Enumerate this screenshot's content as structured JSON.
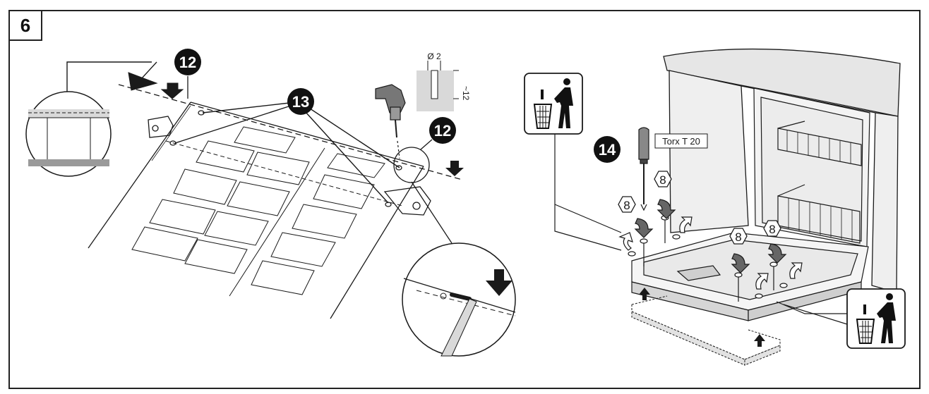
{
  "step": {
    "number": "6"
  },
  "callouts": {
    "badge_12_top": "12",
    "badge_13": "13",
    "badge_12_right": "12",
    "badge_14": "14",
    "hex_8": "8"
  },
  "drill_detail": {
    "diameter_label": "Ø 2",
    "depth_label": "~12"
  },
  "tool": {
    "label": "Torx T 20"
  },
  "icons": [
    "disposal-bin-icon",
    "disposal-bin-icon",
    "drill-icon",
    "screwdriver-icon",
    "magnifier-detail-icon"
  ],
  "colors": {
    "line": "#1a1a1a",
    "badge": "#111111",
    "shade": "#d9d9d9"
  }
}
